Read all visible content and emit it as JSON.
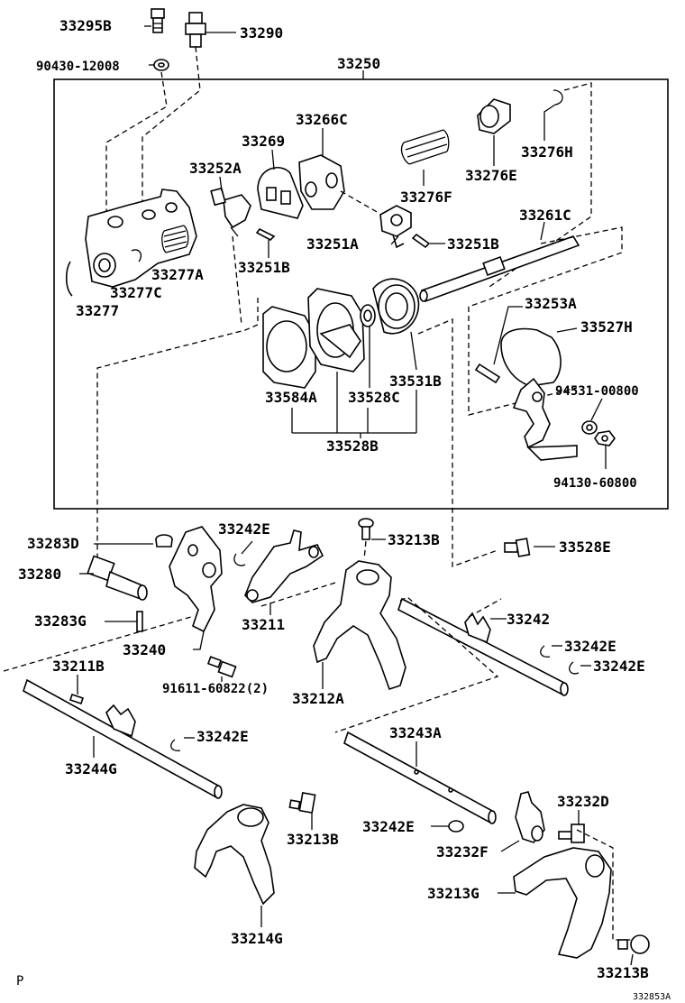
{
  "labels": {
    "p33295B": "33295B",
    "p33290": "33290",
    "p90430": "90430-12008",
    "p33250": "33250",
    "p33266C": "33266C",
    "p33269": "33269",
    "p33252A": "33252A",
    "p33276H": "33276H",
    "p33276E": "33276E",
    "p33276F": "33276F",
    "p33261C": "33261C",
    "p33251A": "33251A",
    "p33251B_r": "33251B",
    "p33251B_l": "33251B",
    "p33277A": "33277A",
    "p33277C": "33277C",
    "p33277": "33277",
    "p33253A": "33253A",
    "p33527H": "33527H",
    "p94531": "94531-00800",
    "p94130": "94130-60800",
    "p33531B": "33531B",
    "p33528C": "33528C",
    "p33584A": "33584A",
    "p33528B": "33528B",
    "p33283D": "33283D",
    "p33242E_a": "33242E",
    "p33213B_a": "33213B",
    "p33528E": "33528E",
    "p33280": "33280",
    "p33211": "33211",
    "p33242": "33242",
    "p33283G": "33283G",
    "p33242E_b": "33242E",
    "p33240": "33240",
    "p33242E_c": "33242E",
    "p33211B": "33211B",
    "p91611": "91611-60822(2)",
    "p33212A": "33212A",
    "p33242E_d": "33242E",
    "p33243A": "33243A",
    "p33244G": "33244G",
    "p33232D": "33232D",
    "p33213B_b": "33213B",
    "p33242E_e": "33242E",
    "p33232F": "33232F",
    "p33213G": "33213G",
    "p33214G": "33214G",
    "p33213B_c": "33213B",
    "corner_left": "P",
    "corner_right": "332853A"
  }
}
